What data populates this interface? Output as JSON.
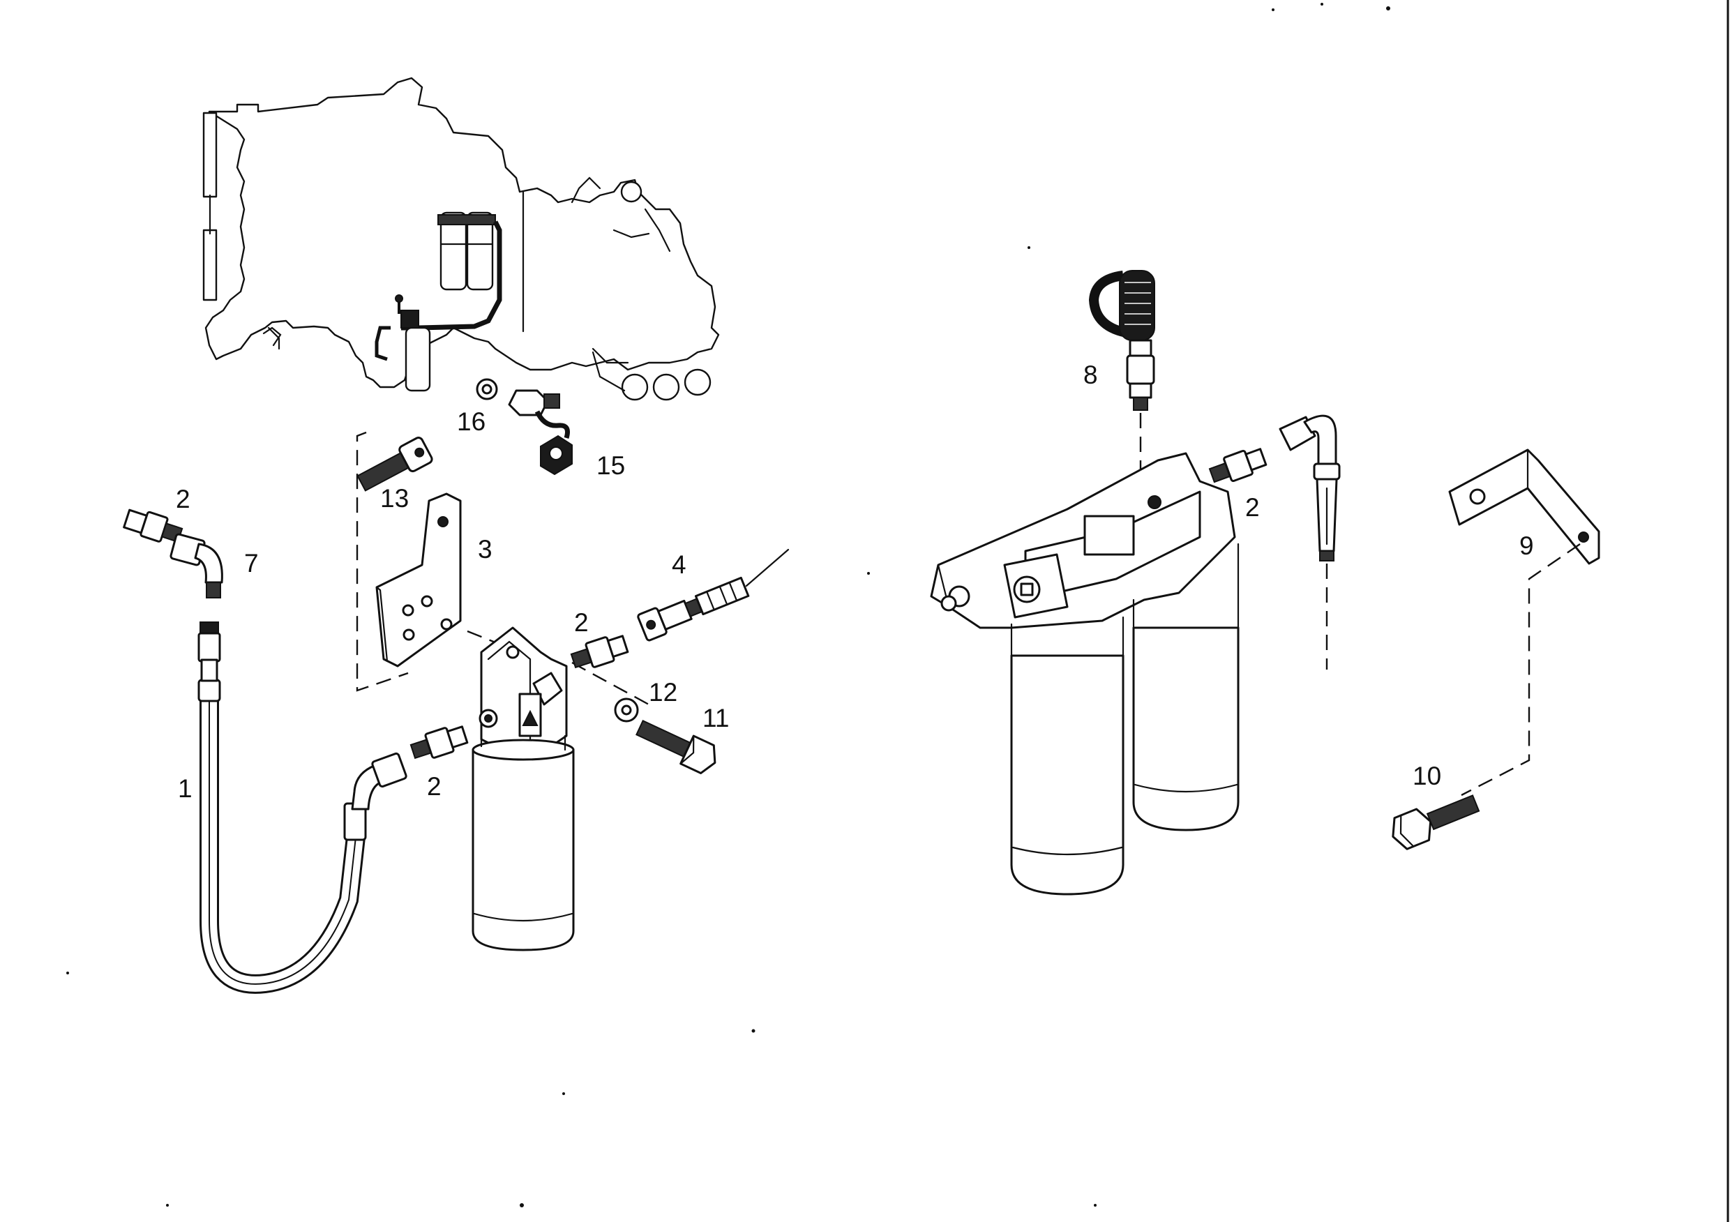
{
  "callouts": {
    "hose": "1",
    "adapter_top_left": "2",
    "adapter_lower_left": "2",
    "adapter_center": "2",
    "adapter_right": "2",
    "plate_bracket": "3",
    "line_fitting": "4",
    "angle_fitting": "7",
    "test_coupling": "8",
    "angle_bracket": "9",
    "screw_10": "10",
    "screw_11": "11",
    "washer_12": "12",
    "screw_13": "13",
    "cap_15": "15",
    "nipple_16": "16"
  },
  "colors": {
    "line": "#111111",
    "paper": "#ffffff"
  }
}
